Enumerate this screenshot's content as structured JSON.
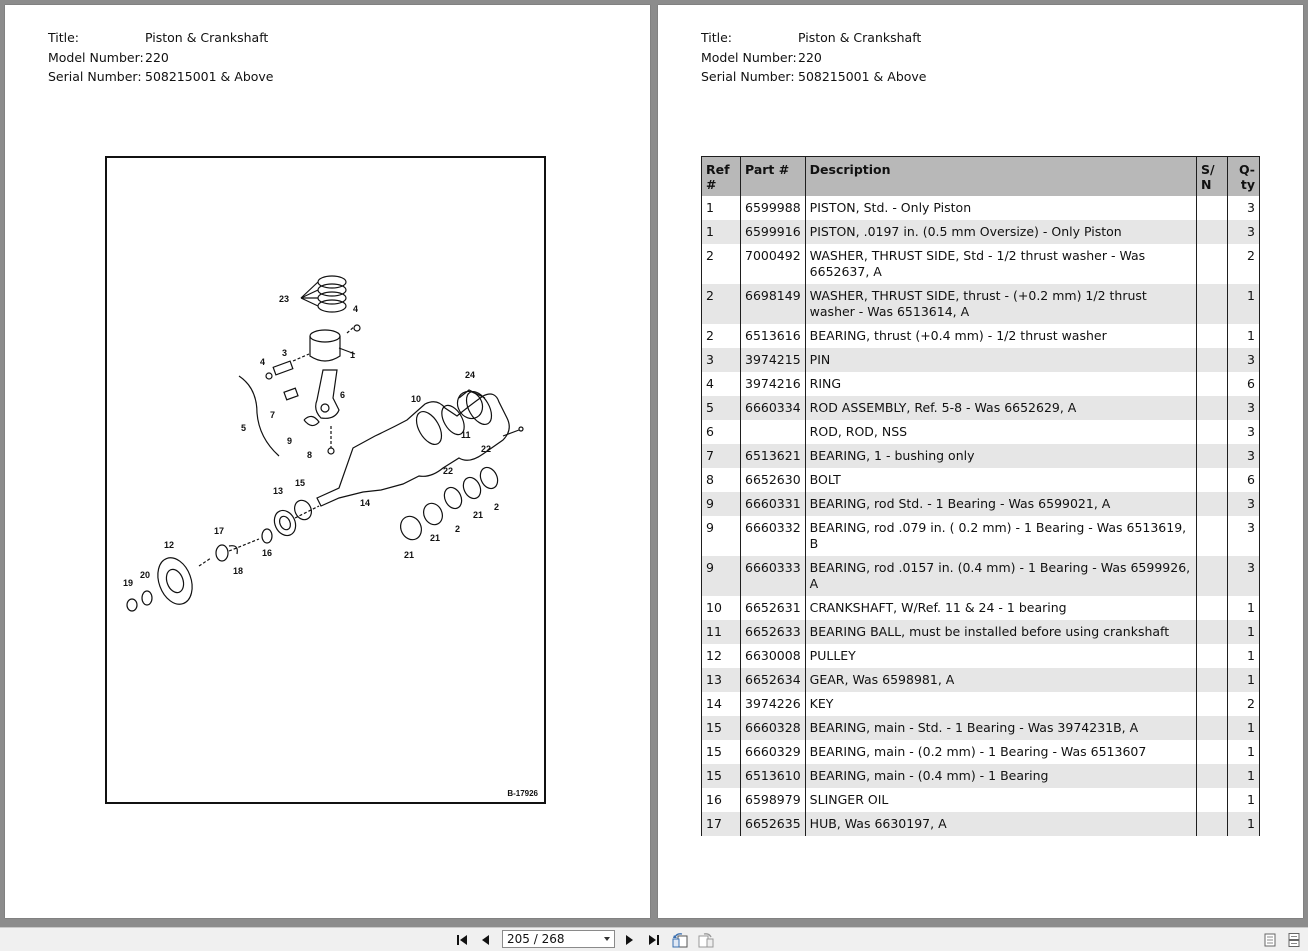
{
  "header": {
    "title_label": "Title:",
    "title": "Piston & Crankshaft",
    "model_label": "Model Number:",
    "model": "220",
    "serial_label": "Serial Number:",
    "serial": "508215001 & Above"
  },
  "figure": {
    "code": "B-17926",
    "callouts": [
      "23",
      "4",
      "3",
      "1",
      "4",
      "6",
      "5",
      "7",
      "9",
      "8",
      "24",
      "10",
      "11",
      "22",
      "22",
      "2",
      "21",
      "13",
      "15",
      "14",
      "21",
      "2",
      "17",
      "12",
      "16",
      "20",
      "18",
      "19",
      "21"
    ]
  },
  "table": {
    "headers": {
      "ref": "Ref #",
      "part": "Part #",
      "desc": "Description",
      "sn": "S/ N",
      "qty": "Q- ty"
    },
    "rows": [
      {
        "ref": "1",
        "part": "6599988",
        "desc": "PISTON, Std. - Only Piston",
        "sn": "",
        "qty": "3"
      },
      {
        "ref": "1",
        "part": "6599916",
        "desc": "PISTON, .0197 in. (0.5 mm Oversize)  - Only Piston",
        "sn": "",
        "qty": "3"
      },
      {
        "ref": "2",
        "part": "7000492",
        "desc": "WASHER, THRUST SIDE, Std - 1/2 thrust washer - Was 6652637, A",
        "sn": "",
        "qty": "2"
      },
      {
        "ref": "2",
        "part": "6698149",
        "desc": "WASHER, THRUST SIDE, thrust - (+0.2 mm)  1/2 thrust washer - Was 6513614, A",
        "sn": "",
        "qty": "1"
      },
      {
        "ref": "2",
        "part": "6513616",
        "desc": "BEARING, thrust (+0.4 mm)  - 1/2 thrust washer",
        "sn": "",
        "qty": "1"
      },
      {
        "ref": "3",
        "part": "3974215",
        "desc": "PIN",
        "sn": "",
        "qty": "3"
      },
      {
        "ref": "4",
        "part": "3974216",
        "desc": "RING",
        "sn": "",
        "qty": "6"
      },
      {
        "ref": "5",
        "part": "6660334",
        "desc": "ROD ASSEMBLY, Ref. 5-8 - Was 6652629, A",
        "sn": "",
        "qty": "3"
      },
      {
        "ref": "6",
        "part": "",
        "desc": "ROD, ROD, NSS",
        "sn": "",
        "qty": "3"
      },
      {
        "ref": "7",
        "part": "6513621",
        "desc": "BEARING, 1 - bushing only",
        "sn": "",
        "qty": "3"
      },
      {
        "ref": "8",
        "part": "6652630",
        "desc": "BOLT",
        "sn": "",
        "qty": "6"
      },
      {
        "ref": "9",
        "part": "6660331",
        "desc": "BEARING, rod Std. - 1 Bearing -  Was 6599021, A",
        "sn": "",
        "qty": "3"
      },
      {
        "ref": "9",
        "part": "6660332",
        "desc": "BEARING, rod .079 in. ( 0.2 mm) - 1 Bearing  - Was 6513619, B",
        "sn": "",
        "qty": "3"
      },
      {
        "ref": "9",
        "part": "6660333",
        "desc": "BEARING, rod .0157 in. (0.4 mm) - 1 Bearing - Was 6599926, A",
        "sn": "",
        "qty": "3"
      },
      {
        "ref": "10",
        "part": "6652631",
        "desc": "CRANKSHAFT, W/Ref. 11 & 24 - 1 bearing",
        "sn": "",
        "qty": "1"
      },
      {
        "ref": "11",
        "part": "6652633",
        "desc": "BEARING BALL, must be installed before using crankshaft",
        "sn": "",
        "qty": "1"
      },
      {
        "ref": "12",
        "part": "6630008",
        "desc": "PULLEY",
        "sn": "",
        "qty": "1"
      },
      {
        "ref": "13",
        "part": "6652634",
        "desc": "GEAR, Was 6598981, A",
        "sn": "",
        "qty": "1"
      },
      {
        "ref": "14",
        "part": "3974226",
        "desc": "KEY",
        "sn": "",
        "qty": "2"
      },
      {
        "ref": "15",
        "part": "6660328",
        "desc": "BEARING, main - Std. - 1 Bearing -  Was 3974231B, A",
        "sn": "",
        "qty": "1"
      },
      {
        "ref": "15",
        "part": "6660329",
        "desc": "BEARING, main - (0.2 mm) - 1 Bearing - Was 6513607",
        "sn": "",
        "qty": "1"
      },
      {
        "ref": "15",
        "part": "6513610",
        "desc": "BEARING, main - (0.4 mm) - 1 Bearing",
        "sn": "",
        "qty": "1"
      },
      {
        "ref": "16",
        "part": "6598979",
        "desc": "SLINGER OIL",
        "sn": "",
        "qty": "1"
      },
      {
        "ref": "17",
        "part": "6652635",
        "desc": "HUB, Was 6630197, A",
        "sn": "",
        "qty": "1"
      }
    ]
  },
  "toolbar": {
    "page_indicator": "205 / 268",
    "icons": [
      "first-page-icon",
      "prev-page-icon",
      "next-page-icon",
      "last-page-icon",
      "rotate-back-icon",
      "rotate-forward-icon",
      "single-page-view-icon",
      "continuous-view-icon"
    ]
  }
}
